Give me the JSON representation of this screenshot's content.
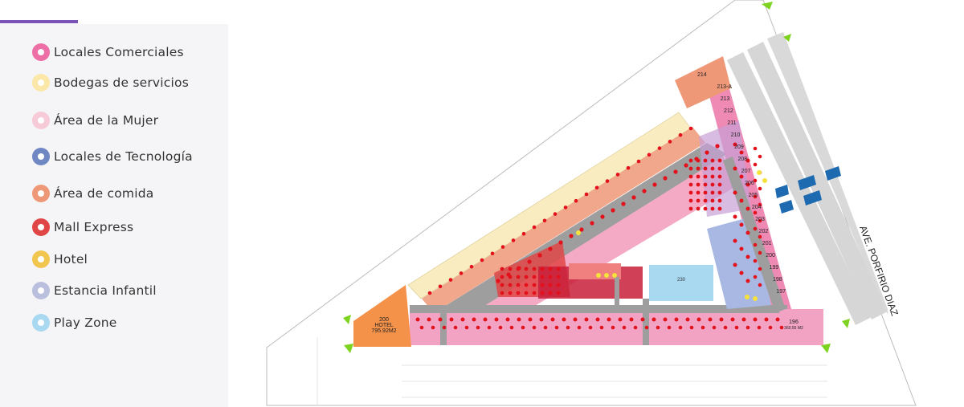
{
  "legend": {
    "items": [
      {
        "label": "Locales Comerciales",
        "color": "#ee6fa5"
      },
      {
        "label": "Bodegas de servicios",
        "color": "#fbe7a8"
      },
      {
        "label": "Área de la Mujer",
        "color": "#f6cad7"
      },
      {
        "label": "Locales de Tecnología",
        "color": "#6f88c4"
      },
      {
        "label": "Área de comida",
        "color": "#ef9878"
      },
      {
        "label": "Mall Express",
        "color": "#e04646"
      },
      {
        "label": "Hotel",
        "color": "#f0c64e"
      },
      {
        "label": "Estancia Infantil",
        "color": "#b9bfdc"
      },
      {
        "label": "Play Zone",
        "color": "#a9d9f1"
      }
    ]
  },
  "map": {
    "street_label": "AVE. PORFIRIO DIAZ",
    "hotel": {
      "number": "200",
      "name": "HOTEL",
      "area": "795.92M2"
    },
    "units_right": [
      "214",
      "213-A",
      "213",
      "212",
      "211",
      "210",
      "209",
      "208",
      "207",
      "206",
      "205",
      "204",
      "203",
      "202",
      "201",
      "200",
      "199",
      "198",
      "197"
    ],
    "unit_196": {
      "number": "196",
      "area": "360.55 M2"
    },
    "play_zone_label": "230"
  }
}
